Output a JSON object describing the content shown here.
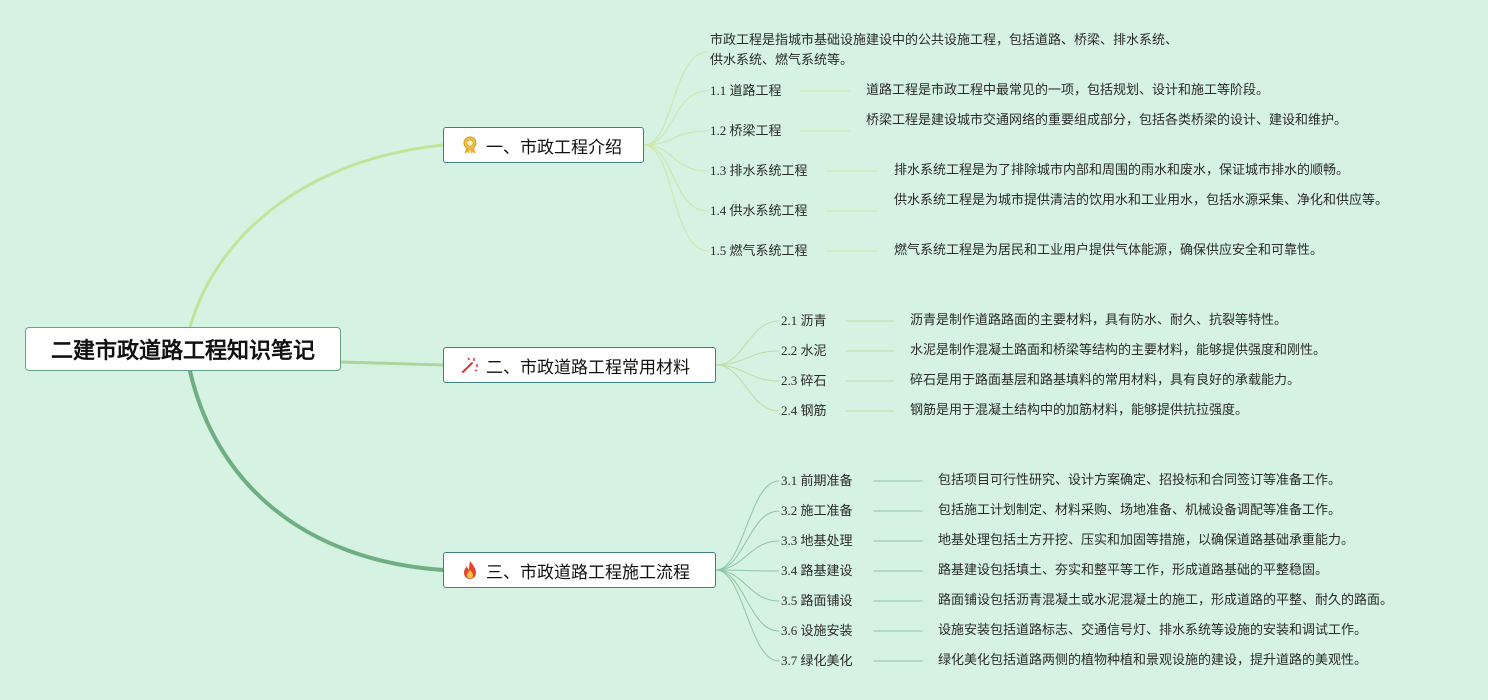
{
  "root": {
    "label": "二建市政道路工程知识笔记"
  },
  "branches": [
    {
      "label": "一、市政工程介绍",
      "icon": "medal-icon",
      "intro": "市政工程是指城市基础设施建设中的公共设施工程，包括道路、桥梁、排水系统、供水系统、燃气系统等。",
      "children": [
        {
          "label": "1.1 道路工程",
          "desc": "道路工程是市政工程中最常见的一项，包括规划、设计和施工等阶段。"
        },
        {
          "label": "1.2 桥梁工程",
          "desc": "桥梁工程是建设城市交通网络的重要组成部分，包括各类桥梁的设计、建设和维护。"
        },
        {
          "label": "1.3 排水系统工程",
          "desc": "排水系统工程是为了排除城市内部和周围的雨水和废水，保证城市排水的顺畅。"
        },
        {
          "label": "1.4 供水系统工程",
          "desc": "供水系统工程是为城市提供清洁的饮用水和工业用水，包括水源采集、净化和供应等。"
        },
        {
          "label": "1.5 燃气系统工程",
          "desc": "燃气系统工程是为居民和工业用户提供气体能源，确保供应安全和可靠性。"
        }
      ]
    },
    {
      "label": "二、市政道路工程常用材料",
      "icon": "magic-wand-icon",
      "children": [
        {
          "label": "2.1 沥青",
          "desc": "沥青是制作道路路面的主要材料，具有防水、耐久、抗裂等特性。"
        },
        {
          "label": "2.2 水泥",
          "desc": "水泥是制作混凝土路面和桥梁等结构的主要材料，能够提供强度和刚性。"
        },
        {
          "label": "2.3 碎石",
          "desc": "碎石是用于路面基层和路基填料的常用材料，具有良好的承载能力。"
        },
        {
          "label": "2.4 钢筋",
          "desc": "钢筋是用于混凝土结构中的加筋材料，能够提供抗拉强度。"
        }
      ]
    },
    {
      "label": "三、市政道路工程施工流程",
      "icon": "fire-icon",
      "children": [
        {
          "label": "3.1 前期准备",
          "desc": "包括项目可行性研究、设计方案确定、招投标和合同签订等准备工作。"
        },
        {
          "label": "3.2 施工准备",
          "desc": "包括施工计划制定、材料采购、场地准备、机械设备调配等准备工作。"
        },
        {
          "label": "3.3 地基处理",
          "desc": "地基处理包括土方开挖、压实和加固等措施，以确保道路基础承重能力。"
        },
        {
          "label": "3.4 路基建设",
          "desc": "路基建设包括填土、夯实和整平等工作，形成道路基础的平整稳固。"
        },
        {
          "label": "3.5 路面铺设",
          "desc": "路面铺设包括沥青混凝土或水泥混凝土的施工，形成道路的平整、耐久的路面。"
        },
        {
          "label": "3.6 设施安装",
          "desc": "设施安装包括道路标志、交通信号灯、排水系统等设施的安装和调试工作。"
        },
        {
          "label": "3.7 绿化美化",
          "desc": "绿化美化包括道路两侧的植物种植和景观设施的建设，提升道路的美观性。"
        }
      ]
    }
  ],
  "colors": {
    "background": "#d5f2e3",
    "branch1_line": "#bfe59a",
    "branch2_line": "#a8d99a",
    "branch3_line": "#6fae82",
    "leaf_line1": "#cde8a6",
    "leaf_line2": "#b9e0a6",
    "leaf_line3": "#8fc6a0"
  }
}
